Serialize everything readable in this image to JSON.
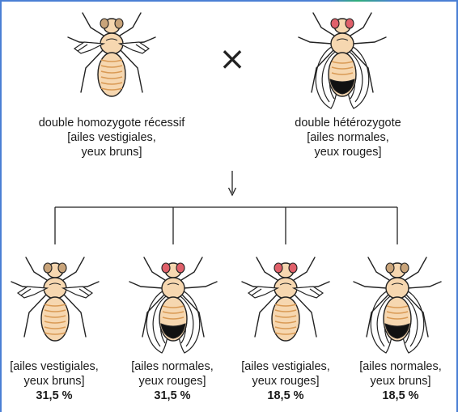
{
  "colors": {
    "frame": "#4a7fd4",
    "frame_accent": "#2fae7a",
    "line": "#222222",
    "body_fill": "#f6d7b0",
    "stripe": "#d99a55",
    "eye_red": "#e0606a",
    "eye_brown": "#c9a47a",
    "black_band": "#111111"
  },
  "cross_symbol": "×",
  "parents": [
    {
      "id": "p1",
      "wings": "vestigial",
      "eyes": "brown",
      "lines": [
        "double homozygote récessif",
        "[ailes vestigiales,",
        "yeux bruns]"
      ]
    },
    {
      "id": "p2",
      "wings": "normal",
      "eyes": "red",
      "lines": [
        "double hétérozygote",
        "[ailes normales,",
        "yeux rouges]"
      ]
    }
  ],
  "offspring": [
    {
      "wings": "vestigial",
      "eyes": "brown",
      "line1": "[ailes vestigiales,",
      "line2": "yeux bruns]",
      "percent": "31,5 %"
    },
    {
      "wings": "normal",
      "eyes": "red",
      "line1": "[ailes normales,",
      "line2": "yeux rouges]",
      "percent": "31,5 %"
    },
    {
      "wings": "vestigial",
      "eyes": "red",
      "line1": "[ailes vestigiales,",
      "line2": "yeux rouges]",
      "percent": "18,5 %"
    },
    {
      "wings": "normal",
      "eyes": "brown",
      "line1": "[ailes normales,",
      "line2": "yeux bruns]",
      "percent": "18,5 %"
    }
  ]
}
